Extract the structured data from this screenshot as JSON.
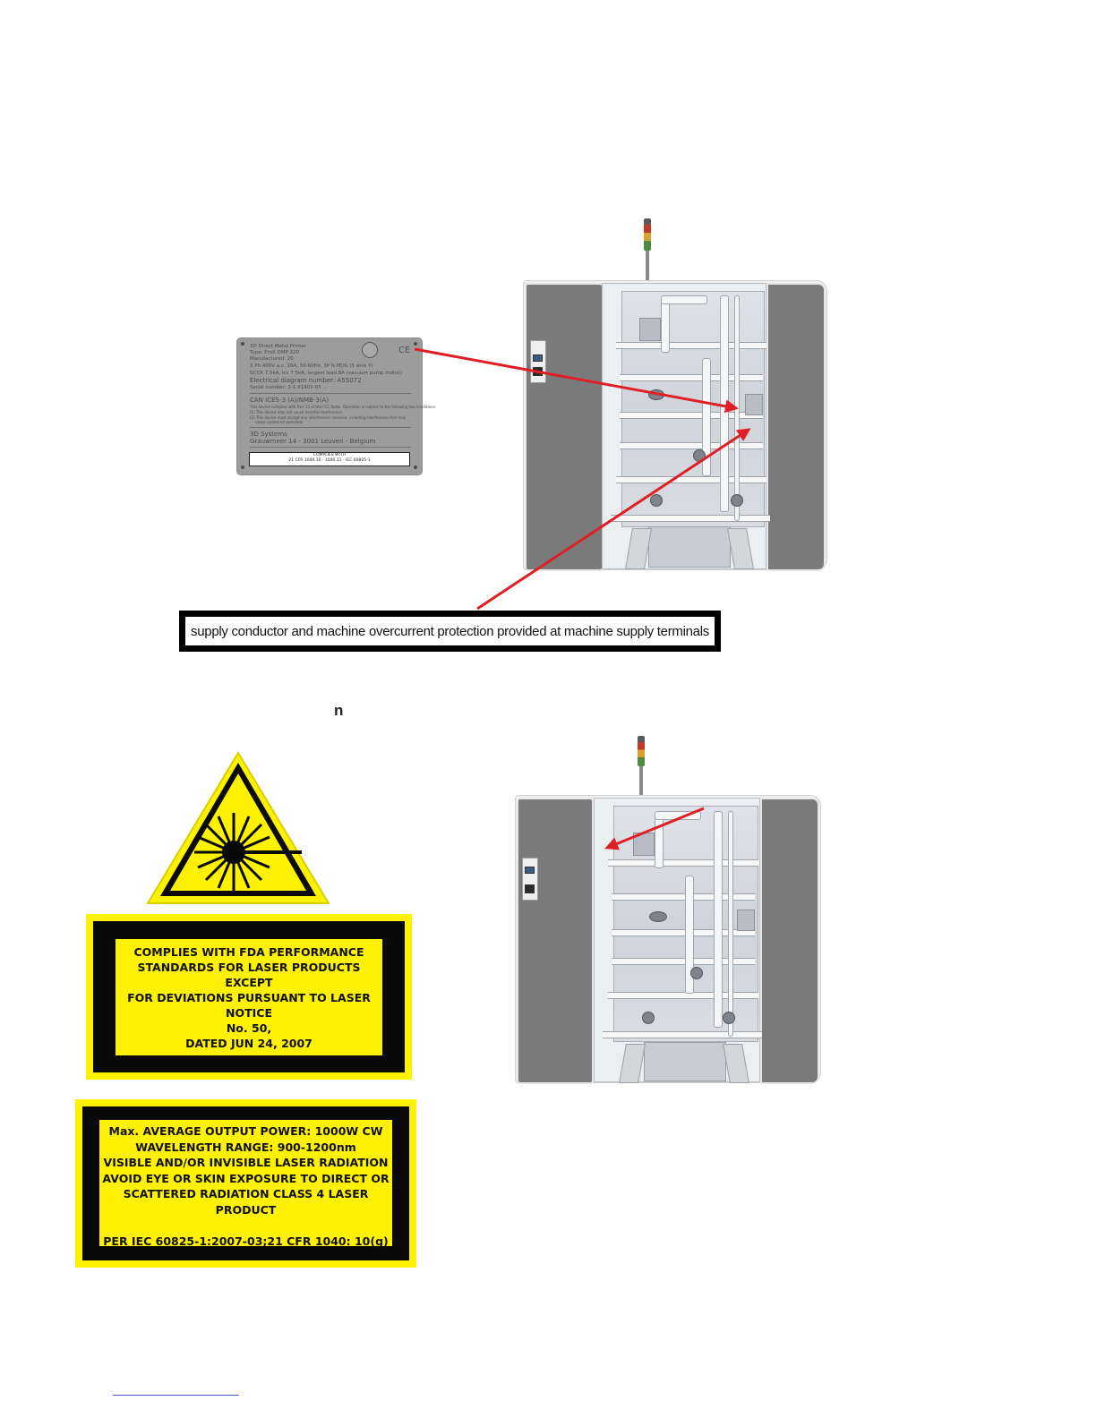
{
  "rating_plate": {
    "lines": [
      "3D Direct Metal Printer",
      "Type: ProX DMP 320",
      "Manufactured: 20",
      "3 Ph 400V a.c. 16A, 50-60Hz, 3P N PE/G (5 wire Y)",
      "SCCR 7.5kA, Icc 7.5kA, largest load 8A (vacuum pump motor)",
      "Electrical diagram number: A55072",
      "Serial number: 3-1-01401-05 ..."
    ],
    "can_ices": "CAN ICES-3 (A)/NMB-3(A)",
    "fcc_lines": [
      "This device complies with Part 15 of the FCC Rules. Operation is subject to the following two conditions:",
      "(1) This device may not cause harmful interference,",
      "(2) This device must accept any interference received, including interference that may",
      "cause undesired operation."
    ],
    "manufacturer": "3D Systems",
    "address": "Grauwmeer 14 - 3001 Leuven - Belgium",
    "compliance_title": "COMPLIES WITH",
    "compliance_text": "21 CFR 1040.10 - 1040.11 - IEC 60825-1",
    "ce_mark": "CE"
  },
  "caption": {
    "text": "supply conductor and machine overcurrent protection provided at machine supply terminals"
  },
  "stray_text": "n",
  "laser_label_1": {
    "lines": [
      "COMPLIES WITH FDA PERFORMANCE",
      "STANDARDS FOR LASER PRODUCTS EXCEPT",
      "FOR DEVIATIONS PURSUANT TO LASER NOTICE",
      "No. 50,",
      "DATED JUN 24, 2007"
    ]
  },
  "laser_label_2": {
    "lines": [
      "Max. AVERAGE OUTPUT POWER: 1000W CW",
      "WAVELENGTH RANGE: 900-1200nm",
      "VISIBLE AND/OR INVISIBLE LASER RADIATION",
      "AVOID EYE OR SKIN EXPOSURE TO DIRECT OR",
      "SCATTERED RADIATION CLASS 4 LASER",
      "PRODUCT"
    ],
    "footer": "PER IEC 60825-1:2007-03;21 CFR 1040: 10(g)"
  },
  "colors": {
    "label_yellow": "#fff200",
    "label_black": "#0a0a0a",
    "arrow_red": "#e01e26",
    "machine_grey": "#7a7a7a"
  },
  "icons": {
    "laser_hazard": "laser-hazard-icon",
    "arrow": "red-arrow-icon"
  }
}
